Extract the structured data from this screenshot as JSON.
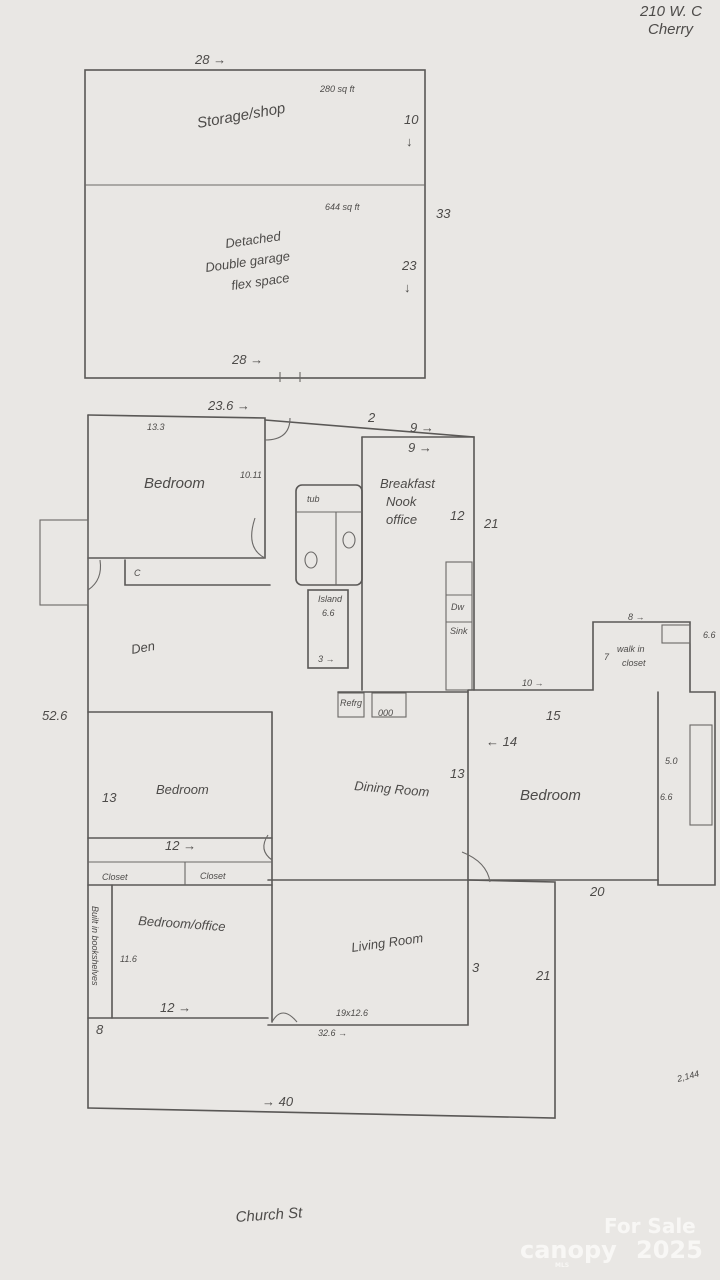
{
  "address": {
    "line1": "210 W. C",
    "line2": "Cherry"
  },
  "garage": {
    "width_top": "28 →",
    "storage_label": "Storage/shop",
    "storage_sqft": "280 sq ft",
    "storage_depth": "10",
    "garage_sqft": "644 sq ft",
    "total_depth": "33",
    "garage_label_1": "Detached",
    "garage_label_2": "Double garage",
    "garage_label_3": "flex space",
    "garage_depth": "23",
    "width_bottom": "28 →"
  },
  "house": {
    "top_width": "23.6 →",
    "bedroom1": {
      "label": "Bedroom",
      "dim_w": "13.3",
      "dim_d": "10.11",
      "closet": "C"
    },
    "bath": {
      "tub": "tub"
    },
    "island": {
      "label": "Island",
      "length": "6.6",
      "width": "3 →"
    },
    "den": {
      "label": "Den"
    },
    "refrigerator": "Refrg",
    "range": "000",
    "breakfast": {
      "line1": "Breakfast",
      "line2": "Nook",
      "line3": "office",
      "dim_a": "9 →",
      "dim_b": "9 →",
      "dim_c": "2",
      "dim_d": "12",
      "dim_e": "21"
    },
    "dishwasher": "Dw",
    "sink": "Sink",
    "left_depth": "52.6",
    "bedroom2": {
      "label": "Bedroom",
      "dim_d": "13",
      "dim_w": "12 →",
      "closet_a": "Closet",
      "closet_b": "Closet"
    },
    "dining": {
      "label": "Dining Room",
      "dim": "13"
    },
    "master": {
      "label": "Bedroom",
      "dim_w": "← 14",
      "dim_a": "10 →",
      "dim_b": "15",
      "dim_c": "20"
    },
    "walk_in": {
      "label_1": "walk in",
      "label_2": "closet",
      "dim_a": "8 →",
      "dim_b": "7",
      "dim_c": "6.6"
    },
    "master_bath": {
      "dim_a": "5.0",
      "dim_b": "6.6"
    },
    "office": {
      "label": "Bedroom/office",
      "dim_d": "11.6",
      "dim_w": "12 →",
      "shelves": "Built in bookshelves",
      "dim_e": "8"
    },
    "living": {
      "label": "Living Room",
      "dim": "19x12.6",
      "dim_b": "3"
    },
    "porch": {
      "dim_d": "21",
      "dim_total": "32.6 →",
      "dim_bottom": "→ 40"
    },
    "total_sqft": "2,144"
  },
  "street": "Church St",
  "watermark": {
    "line1": "For Sale",
    "brand": "canopy",
    "sub": "MLS",
    "year": "2025"
  }
}
